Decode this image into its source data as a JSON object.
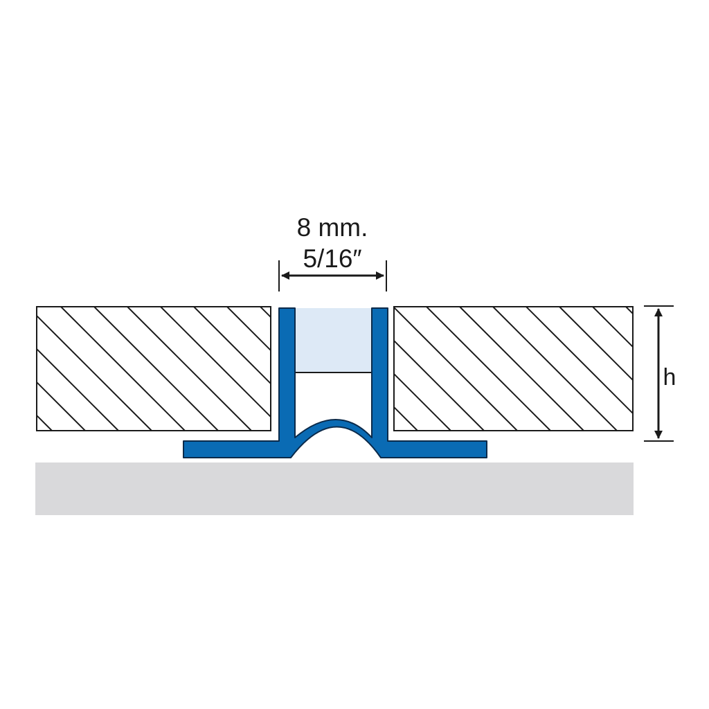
{
  "dimensions": {
    "width_metric": "8 mm.",
    "width_imperial": "5/16″",
    "height_symbol": "h"
  },
  "colors": {
    "profile": "#0A6BB4",
    "profile_outline": "#0b2a4a",
    "joint_filler": "#DDE9F6",
    "substrate": "#D9D9DB",
    "tile_outline": "#1a1a1a",
    "hatch": "#1a1a1a"
  },
  "icons": {
    "width_arrow": "double-headed-horizontal-arrow",
    "height_arrow": "double-headed-vertical-arrow"
  }
}
